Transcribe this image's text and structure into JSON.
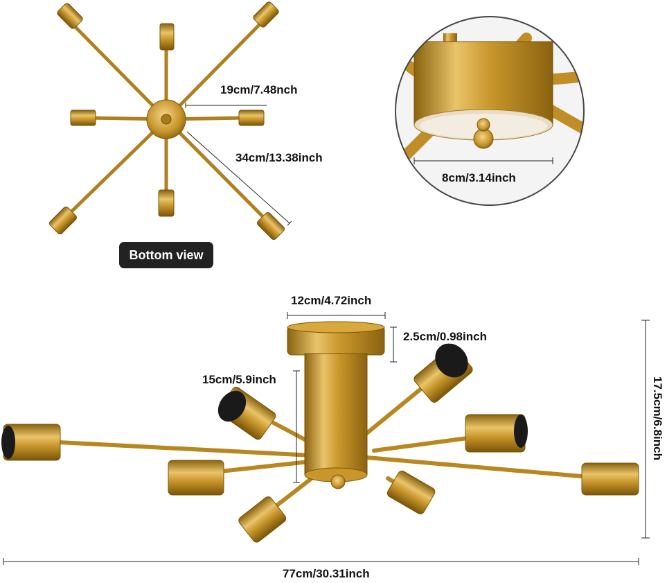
{
  "labels": {
    "arm_to_center": "19cm/7.48nch",
    "arm_length": "34cm/13.38inch",
    "base_diameter": "8cm/3.14inch",
    "badge": "Bottom view",
    "canopy_diameter": "12cm/4.72inch",
    "canopy_height": "2.5cm/0.98inch",
    "body_height": "15cm/5.9inch",
    "total_height": "17.5cm/6.8inch",
    "total_width": "77cm/30.31inch"
  },
  "colors": {
    "brass_light": "#e9c46a",
    "brass_mid": "#c8962b",
    "brass_dark": "#8a6210",
    "socket": "#1a1a1a",
    "badge_bg": "#222222"
  }
}
